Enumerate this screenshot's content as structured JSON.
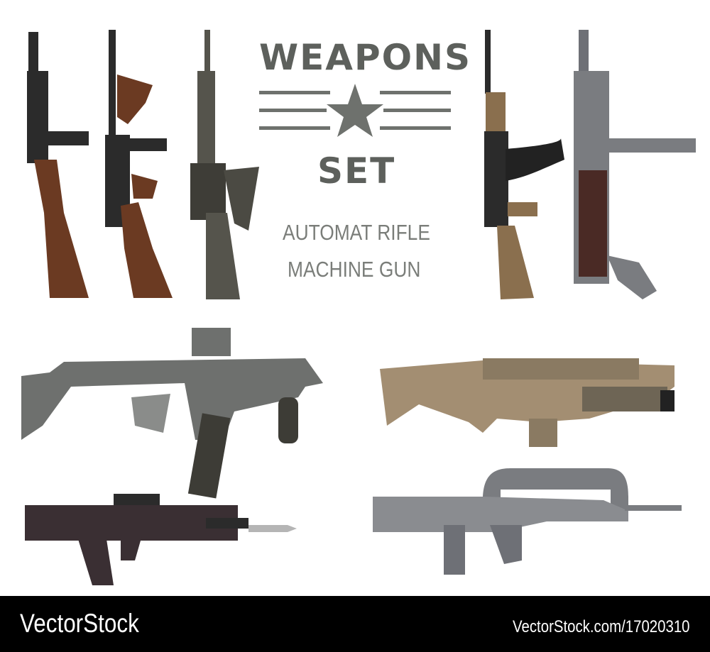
{
  "heading": {
    "line1": "WEAPONS",
    "line2": "SET"
  },
  "subtitle": {
    "line1": "AUTOMAT RIFLE",
    "line2": "MACHINE GUN"
  },
  "footer": {
    "brand": "VectorStock",
    "url": "VectorStock.com/17020310"
  },
  "icons": [
    "star-icon",
    "ppsh-icon",
    "thompson-icon",
    "m16-icon",
    "ak47-icon",
    "mp40-icon",
    "kriss-vector-icon",
    "scar-icon",
    "groza-icon",
    "famas-icon"
  ],
  "colors": {
    "dark": "#2b2b2b",
    "wood": "#6b3a22",
    "olive": "#55544c",
    "tan": "#9c8566",
    "gray": "#7a7c80",
    "title": "#5d605c",
    "footer": "#000000"
  }
}
